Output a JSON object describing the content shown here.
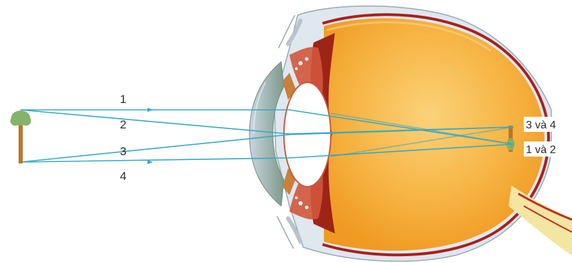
{
  "ray_labels": [
    "1",
    "2",
    "3",
    "4"
  ],
  "image_labels": {
    "upper": "3 và 4",
    "lower": "1 và 2"
  },
  "colors": {
    "ray": "#35a9c4",
    "sclera": "#dfe7ef",
    "sclera_edge": "#9aa7b4",
    "vitreous": "#f5ad33",
    "vitreous_light": "#f9c968",
    "choroid": "#a8201b",
    "iris_dark": "#9e2417",
    "cornea": "#8fa79a",
    "lens": "#ffffff",
    "optic_nerve": "#f2e6a2",
    "tree_trunk": "#b9762b",
    "tree_crown": "#84b36a"
  },
  "icons": {
    "object": "tree-icon"
  }
}
